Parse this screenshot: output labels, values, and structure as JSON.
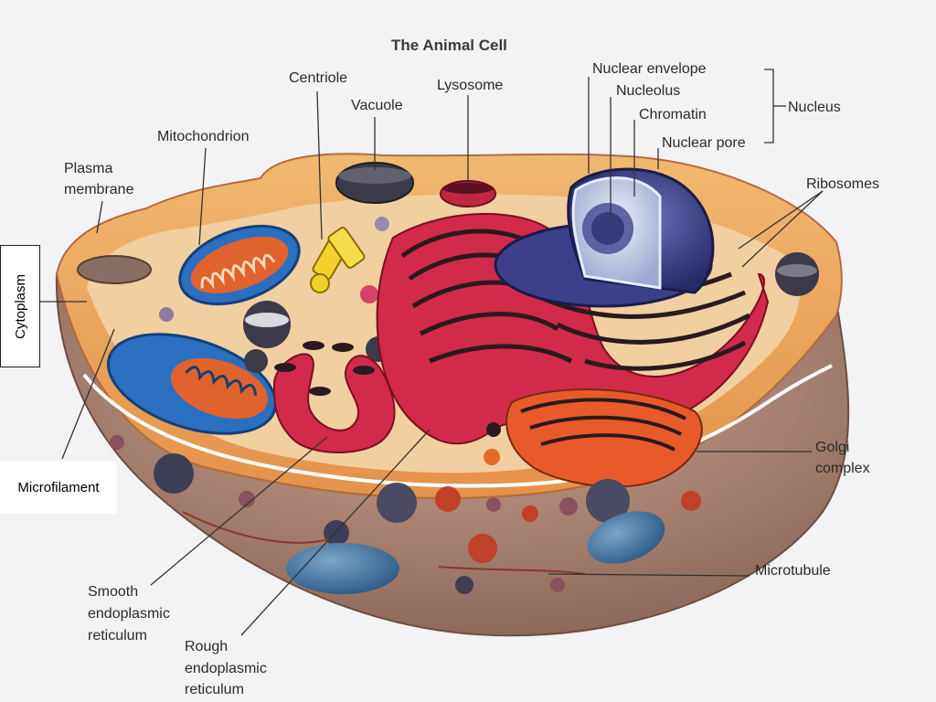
{
  "title": "The Animal Cell",
  "labels": {
    "centriole": "Centriole",
    "vacuole": "Vacuole",
    "lysosome": "Lysosome",
    "nuclear_envelope": "Nuclear envelope",
    "nucleolus": "Nucleolus",
    "chromatin": "Chromatin",
    "nuclear_pore": "Nuclear pore",
    "nucleus": "Nucleus",
    "mitochondrion": "Mitochondrion",
    "plasma_membrane_1": "Plasma",
    "plasma_membrane_2": "membrane",
    "ribosomes": "Ribosomes",
    "cytoplasm": "Cytoplasm",
    "microfilament": "Microfilament",
    "golgi_1": "Golgi",
    "golgi_2": "complex",
    "microtubule": "Microtubule",
    "smooth_er_1": "Smooth",
    "smooth_er_2": "endoplasmic",
    "smooth_er_3": "reticulum",
    "rough_er_1": "Rough",
    "rough_er_2": "endoplasmic",
    "rough_er_3": "reticulum"
  },
  "colors": {
    "background": "#f3f3f5",
    "cell_outer": "#a88070",
    "cell_top": "#e9a860",
    "cytoplasm": "#f2cfa0",
    "mitochondrion": "#2a6fc0",
    "mito_inner": "#e0622c",
    "er": "#d22a4a",
    "golgi": "#e85a2a",
    "nucleus": "#3c3f8a",
    "nucleus_inner": "#c9d3ec",
    "centriole": "#f2d12a",
    "leader_line": "#333333"
  }
}
